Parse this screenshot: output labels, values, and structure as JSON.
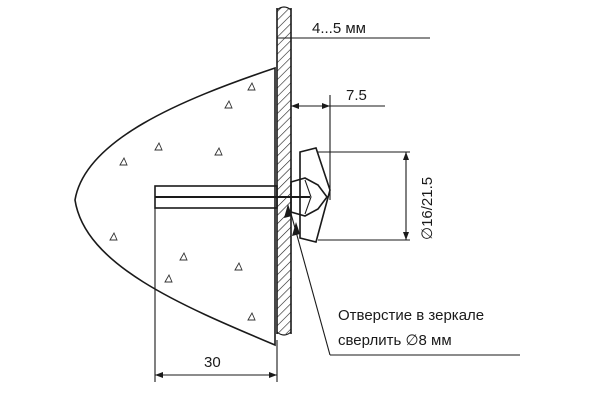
{
  "dimensions": {
    "mirror_thickness": "4...5 мм",
    "offset": "7.5",
    "diameter": "∅16/21.5",
    "wall_depth": "30"
  },
  "note": {
    "line1": "Отверстие в зеркале",
    "line2": "сверлить ∅8 мм"
  }
}
